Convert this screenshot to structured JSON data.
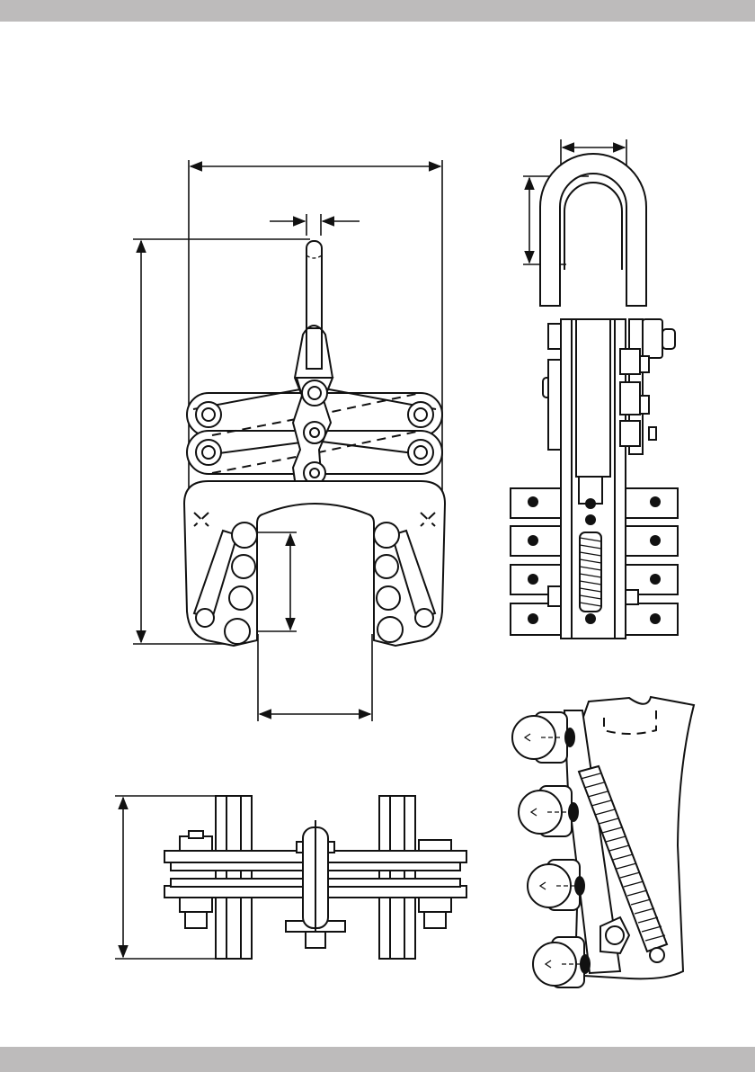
{
  "colors": {
    "band": "#bdbbbb",
    "line": "#111111",
    "background": "#ffffff"
  },
  "views": [
    "front-view",
    "side-view",
    "top-view",
    "detail-view"
  ]
}
